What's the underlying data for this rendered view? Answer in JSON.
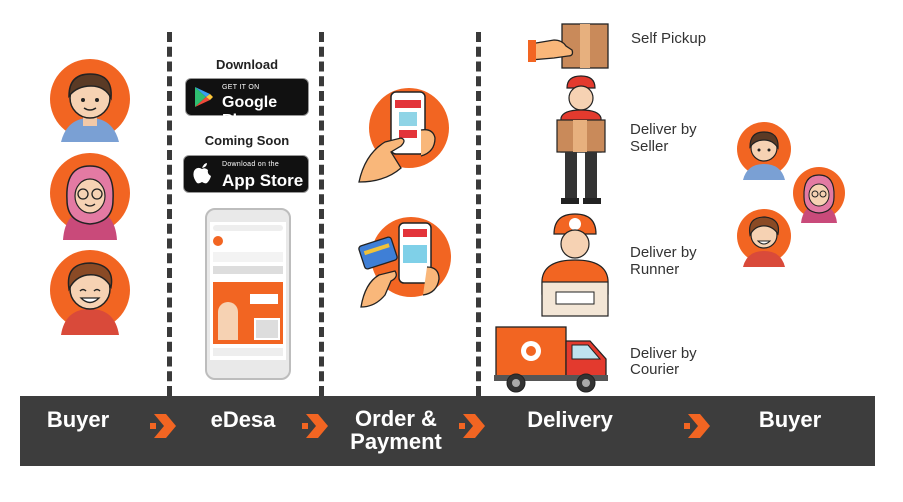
{
  "stages": [
    "Buyer",
    "eDesa",
    "Order &",
    "Payment",
    "Delivery",
    "Buyer"
  ],
  "app": {
    "download_label": "Download",
    "google_small": "GET IT ON",
    "google_big": "Google Play",
    "coming_soon_label": "Coming Soon",
    "apple_small": "Download on the",
    "apple_big": "App Store"
  },
  "delivery_options": [
    "Self Pickup",
    "Deliver by",
    "Seller",
    "Deliver by",
    "Runner",
    "Deliver by",
    "Courier"
  ],
  "colors": {
    "accent": "#f26522",
    "bar": "#3d3d3d"
  }
}
